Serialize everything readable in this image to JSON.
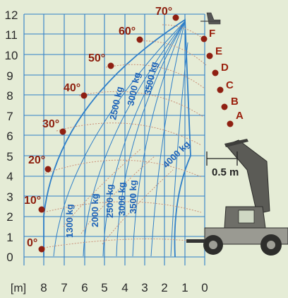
{
  "y_ticks": [
    "0",
    "1",
    "2",
    "3",
    "4",
    "5",
    "6",
    "7",
    "8",
    "9",
    "10",
    "11",
    "12"
  ],
  "x_ticks": [
    "8",
    "7",
    "6",
    "5",
    "4",
    "3",
    "2",
    "1",
    "0"
  ],
  "x_unit": "[m]",
  "angles": [
    "0°",
    "10°",
    "20°",
    "30°",
    "40°",
    "50°",
    "60°",
    "70°"
  ],
  "attachment_points": [
    "A",
    "B",
    "C",
    "D",
    "E",
    "F"
  ],
  "capacity_labels": {
    "vertical": [
      "1300 kg",
      "2000 kg",
      "2500 kg",
      "3000 kg",
      "3500 kg"
    ],
    "upper": [
      "2500 kg",
      "3000 kg",
      "3500 kg"
    ],
    "diagonal": "4000 kg"
  },
  "scale_label": "0.5 m",
  "colors": {
    "grid": "#2f7fc8",
    "dots": "#8f2012",
    "angle_text": "#8c1d0c",
    "background": "#e5ecd6"
  }
}
